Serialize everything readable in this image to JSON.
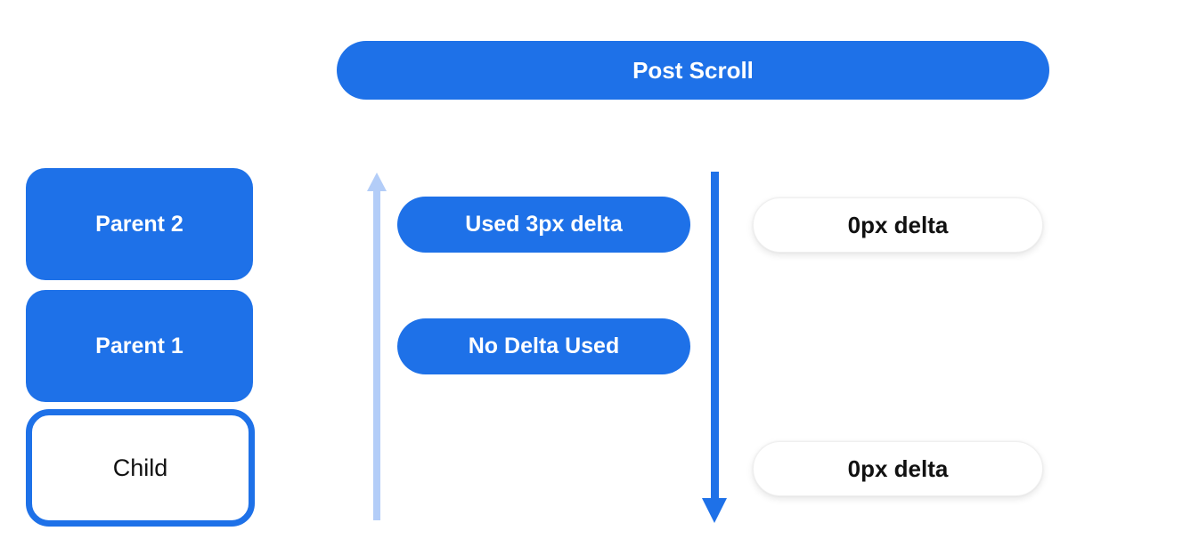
{
  "diagram": {
    "title": "Post Scroll",
    "colors": {
      "primary_blue": "#1e71e8",
      "light_blue": "#b3cdf8",
      "background": "#ffffff",
      "text_dark": "#111111",
      "text_light": "#ffffff"
    },
    "left_column": {
      "boxes": [
        {
          "label": "Parent 2",
          "style": "filled-blue"
        },
        {
          "label": "Parent 1",
          "style": "filled-blue"
        },
        {
          "label": "Child",
          "style": "outlined-blue"
        }
      ]
    },
    "middle_column": {
      "up_arrow_icon": "arrow-up-light-blue",
      "pills": [
        {
          "label": "Used 3px delta",
          "style": "filled-blue"
        },
        {
          "label": "No Delta Used",
          "style": "filled-blue"
        }
      ]
    },
    "right_column": {
      "down_arrow_icon": "arrow-down-blue",
      "pills": [
        {
          "label": "0px delta",
          "style": "white-shadow"
        },
        {
          "label": "0px delta",
          "style": "white-shadow"
        }
      ]
    }
  }
}
